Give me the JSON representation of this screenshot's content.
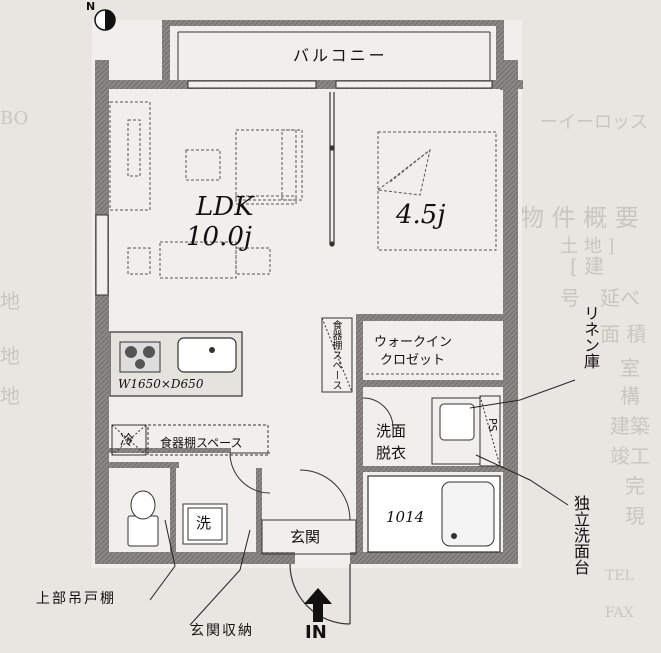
{
  "compass": {
    "label": "N"
  },
  "rooms": {
    "balcony": "バルコニー",
    "ldk_name": "LDK",
    "ldk_size": "10.0j",
    "bedroom_size": "4.5j",
    "walkin_line1": "ウォークイン",
    "walkin_line2": "クロゼット",
    "pantry": "食器棚スペース",
    "kitchen_dims": "W1650×D650",
    "fridge": "冷",
    "cupboard_space": "食器棚スペース",
    "washroom_line1": "洗面",
    "washroom_line2": "脱衣",
    "bath": "1014",
    "washer": "洗",
    "entrance": "玄関",
    "pipe_space": "PS"
  },
  "callouts": {
    "linen": "リネン庫",
    "vanity": "独立洗面台",
    "upper_cabinet": "上部吊戸棚",
    "entrance_storage": "玄関収納",
    "in": "IN"
  },
  "background_text": [
    "[ 建",
    "土 地 ]",
    "延べ",
    "面 積",
    "室",
    "構",
    "建築",
    "竣工",
    "完",
    "現",
    "物 件 概 要",
    "号",
    "地",
    "地",
    "地",
    "TEL",
    "FAX",
    "ーイーロッス",
    "BO"
  ]
}
